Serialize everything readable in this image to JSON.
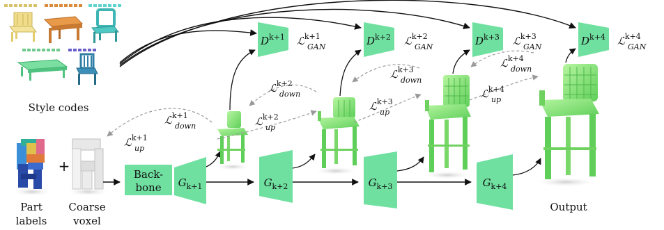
{
  "labels": {
    "style_codes": "Style codes",
    "part_labels": [
      "Part",
      "labels"
    ],
    "coarse_voxel": [
      "Coarse",
      "voxel"
    ],
    "output": "Output",
    "plus": "+",
    "backbone": [
      "Back-",
      "bone"
    ]
  },
  "generators": [
    {
      "base": "G",
      "sub": "k+1"
    },
    {
      "base": "G",
      "sub": "k+2"
    },
    {
      "base": "G",
      "sub": "k+3"
    },
    {
      "base": "G",
      "sub": "k+4"
    }
  ],
  "discriminators": [
    {
      "base": "D",
      "sup": "k+1",
      "loss_base": "ℒ",
      "loss_sup": "k+1",
      "loss_sub": "GAN"
    },
    {
      "base": "D",
      "sup": "k+2",
      "loss_base": "ℒ",
      "loss_sup": "k+2",
      "loss_sub": "GAN"
    },
    {
      "base": "D",
      "sup": "k+3",
      "loss_base": "ℒ",
      "loss_sup": "k+3",
      "loss_sub": "GAN"
    },
    {
      "base": "D",
      "sup": "k+4",
      "loss_base": "ℒ",
      "loss_sup": "k+4",
      "loss_sub": "GAN"
    }
  ],
  "down_losses": [
    {
      "base": "ℒ",
      "sup": "k+1",
      "sub": "down"
    },
    {
      "base": "ℒ",
      "sup": "k+2",
      "sub": "down"
    },
    {
      "base": "ℒ",
      "sup": "k+3",
      "sub": "down"
    },
    {
      "base": "ℒ",
      "sup": "k+4",
      "sub": "down"
    }
  ],
  "up_losses": [
    {
      "base": "ℒ",
      "sup": "k+1",
      "sub": "up"
    },
    {
      "base": "ℒ",
      "sup": "k+2",
      "sub": "up"
    },
    {
      "base": "ℒ",
      "sup": "k+3",
      "sub": "up"
    },
    {
      "base": "ℒ",
      "sup": "k+4",
      "sub": "up"
    }
  ],
  "colors": {
    "module_green": "#6fe0a0",
    "chair_green": "#8fe87a",
    "arrow": "#111111",
    "dashed": "#9a9a9a",
    "style_bars": [
      "#d8c26a",
      "#d98a3a",
      "#5fd3cf",
      "#6fc98c",
      "#6a5fc8"
    ]
  }
}
